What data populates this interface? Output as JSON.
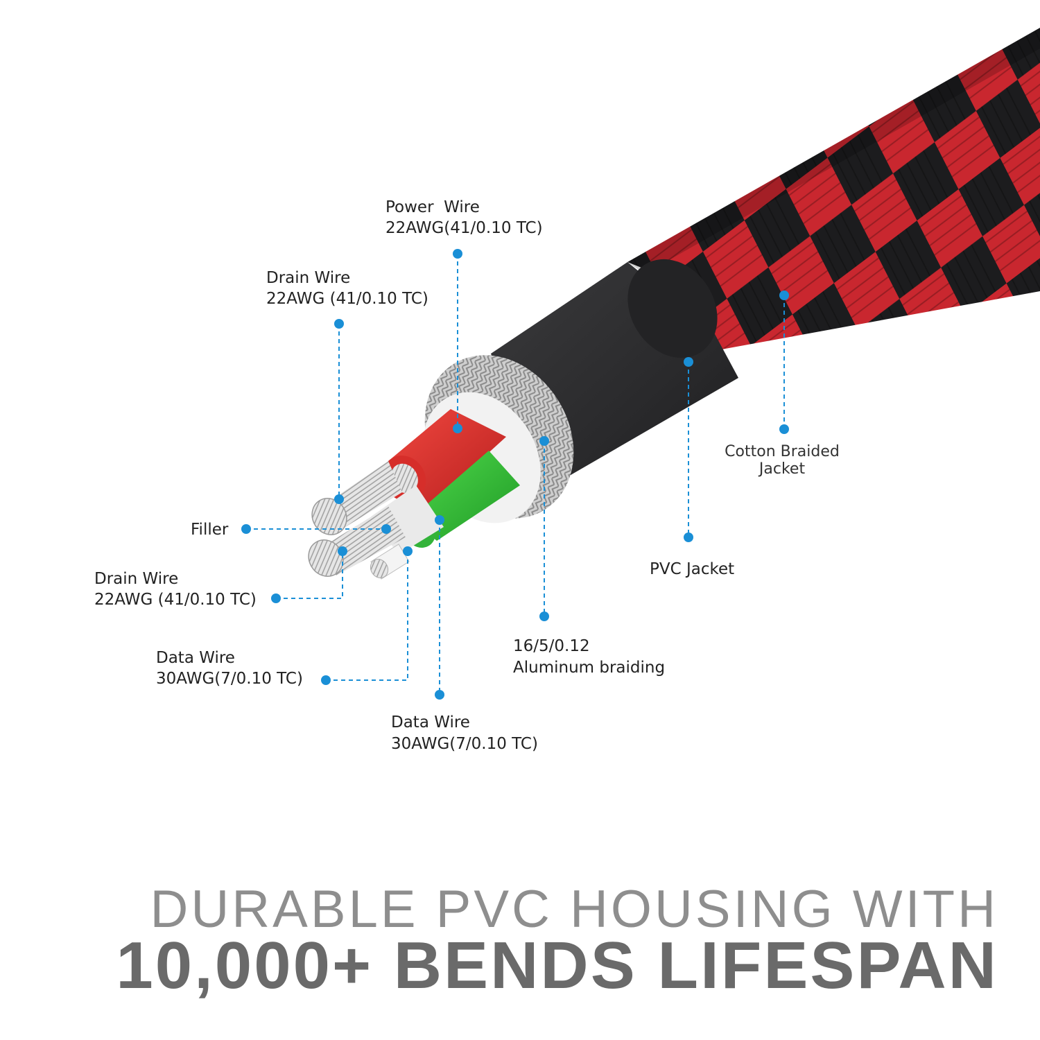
{
  "colors": {
    "accent": "#1a8fd6",
    "braid_red": "#c9272f",
    "braid_black": "#1c1c1e",
    "pvc_jacket": "#2b2b2d",
    "shield": "#c7c7c7",
    "power_core": "#e23b33",
    "data_core": "#3ac23a",
    "headline_light": "#8e8e8e",
    "headline_bold": "#6a6a6a"
  },
  "labels": {
    "power_wire": {
      "title": "Power  Wire",
      "spec": "22AWG(41/0.10 TC)"
    },
    "drain_wire_top": {
      "title": "Drain Wire",
      "spec": "22AWG (41/0.10 TC)"
    },
    "filler": {
      "title": "Filler"
    },
    "drain_wire_bottom": {
      "title": "Drain Wire",
      "spec": "22AWG (41/0.10 TC)"
    },
    "data_wire_left": {
      "title": "Data Wire",
      "spec": "30AWG(7/0.10 TC)"
    },
    "data_wire_bottom": {
      "title": "Data Wire",
      "spec": "30AWG(7/0.10 TC)"
    },
    "aluminum_braiding": {
      "title": "16/5/0.12",
      "spec": "Aluminum braiding"
    },
    "pvc_jacket": {
      "title": "PVC Jacket"
    },
    "cotton_jacket": {
      "title": "Cotton Braided",
      "spec": "Jacket"
    }
  },
  "headline": {
    "line1": "DURABLE PVC HOUSING WITH",
    "line2": "10,000+ BENDS LIFESPAN"
  }
}
